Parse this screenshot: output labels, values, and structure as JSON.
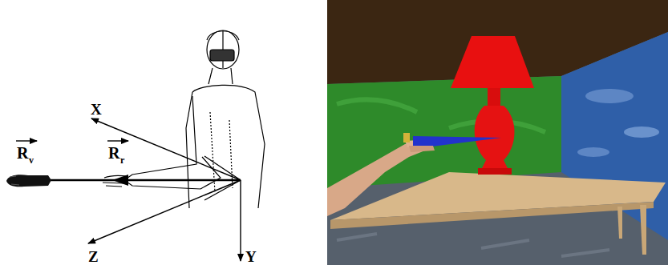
{
  "diagram": {
    "labels": [
      "X",
      "Z",
      "Y",
      "R",
      "v",
      "R",
      "r"
    ]
  }
}
